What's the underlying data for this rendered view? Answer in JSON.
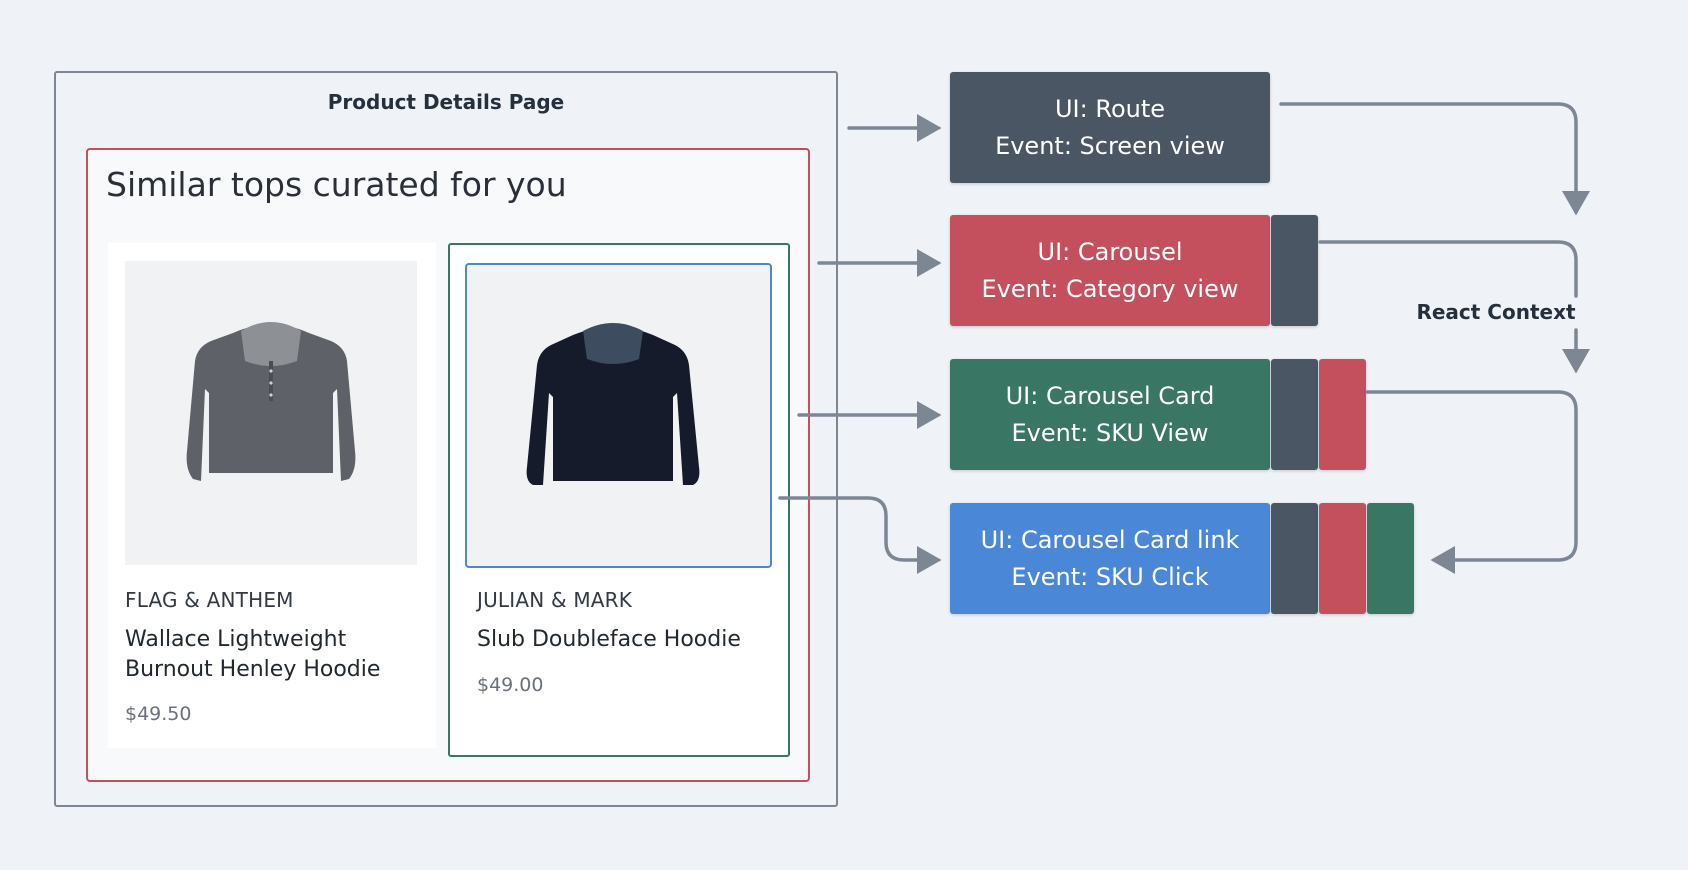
{
  "pdp": {
    "title": "Product Details Page",
    "carousel_title": "Similar tops curated for you",
    "products": [
      {
        "brand": "FLAG & ANTHEM",
        "name_line1": "Wallace Lightweight",
        "name_line2": "Burnout Henley Hoodie",
        "price": "$49.50"
      },
      {
        "brand": "JULIAN & MARK",
        "name_line1": "Slub Doubleface Hoodie",
        "name_line2": "",
        "price": "$49.00"
      }
    ]
  },
  "events": [
    {
      "ui": "UI: Route",
      "event": "Event: Screen view",
      "color": "#4a5663"
    },
    {
      "ui": "UI: Carousel",
      "event": "Event: Category view",
      "color": "#c4505e"
    },
    {
      "ui": "UI: Carousel Card",
      "event": "Event: SKU View",
      "color": "#3a7664"
    },
    {
      "ui": "UI: Carousel Card link",
      "event": "Event: SKU Click",
      "color": "#4a87d7"
    }
  ],
  "react_context_label": "React Context",
  "colors": {
    "gray": "#4a5663",
    "red": "#c4505e",
    "green": "#3a7664",
    "blue": "#4a87d7",
    "arrow": "#7d8794"
  },
  "icons": [
    "gray-hoodie-image",
    "navy-hoodie-image"
  ]
}
